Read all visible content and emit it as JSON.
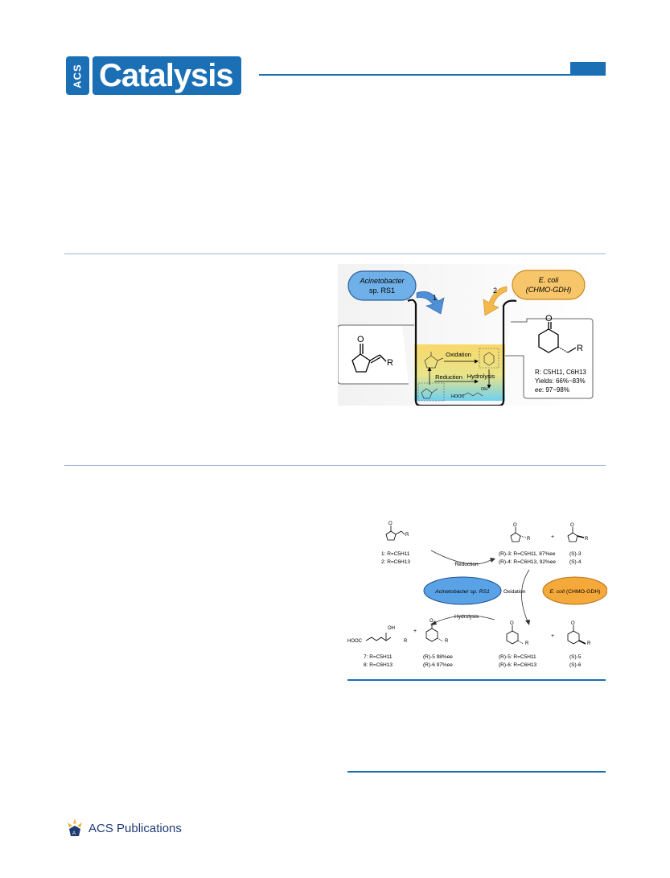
{
  "header": {
    "logo_prefix": "ACS",
    "logo_word": "Catalysis"
  },
  "toc_graphic": {
    "cell1_line1": "Acinetobacter",
    "cell1_line2": "sp. RS1",
    "cell2_line1": "E. coli",
    "cell2_line2": "(CHMO-GDH)",
    "step1": "1",
    "step2": "2",
    "label_oxidation": "Oxidation",
    "label_reduction": "Reduction",
    "label_hydrolysis": "Hydrolysis",
    "substituent": "R",
    "ketone_o": "O",
    "product_o": "O",
    "result_r": "R: C5H11, C6H13",
    "result_yields": "Yields: 66%~83%",
    "result_ee_label": "ee",
    "result_ee_value": ": 97~98%",
    "hooc": "HOOC",
    "oh": "OH"
  },
  "scheme": {
    "cpd1": "1: R=C5H11",
    "cpd2": "2: R=C6H13",
    "reduction": "Reduction",
    "oxidation": "Oxidation",
    "hydrolysis": "Hydrolysis",
    "acinetobacter": "Acinetobacter sp. RS1",
    "ecoli_italic": "E. coli",
    "ecoli_rest": "(CHMO-GDH)",
    "cpd3R": "(R)-3: R=C5H11, 87%ee",
    "cpd4R": "(R)-4: R=C6H13, 92%ee",
    "cpd3S": "(S)-3",
    "cpd4S": "(S)-4",
    "cpd5R": "(R)-5: R=C5H11",
    "cpd6R": "(R)-6: R=C6H13",
    "cpd5S": "(S)-5",
    "cpd6S": "(S)-6",
    "cpd7": "7: R=C5H11",
    "cpd8": "8: R=C6H13",
    "cpd5ee": "(R)-5 98%ee",
    "cpd6ee": "(R)-6 97%ee",
    "hooc": "HOOC",
    "oh": "OH",
    "plus": "+",
    "o": "O",
    "r": "R"
  },
  "footer": {
    "publisher": "ACS Publications"
  },
  "colors": {
    "brand_blue": "#1a6fb5",
    "acineto_fill": "#6fb0e8",
    "ecoli_fill": "#f7c56a",
    "liquid_top": "#f8d86a",
    "liquid_bottom": "#6ed0f0"
  }
}
